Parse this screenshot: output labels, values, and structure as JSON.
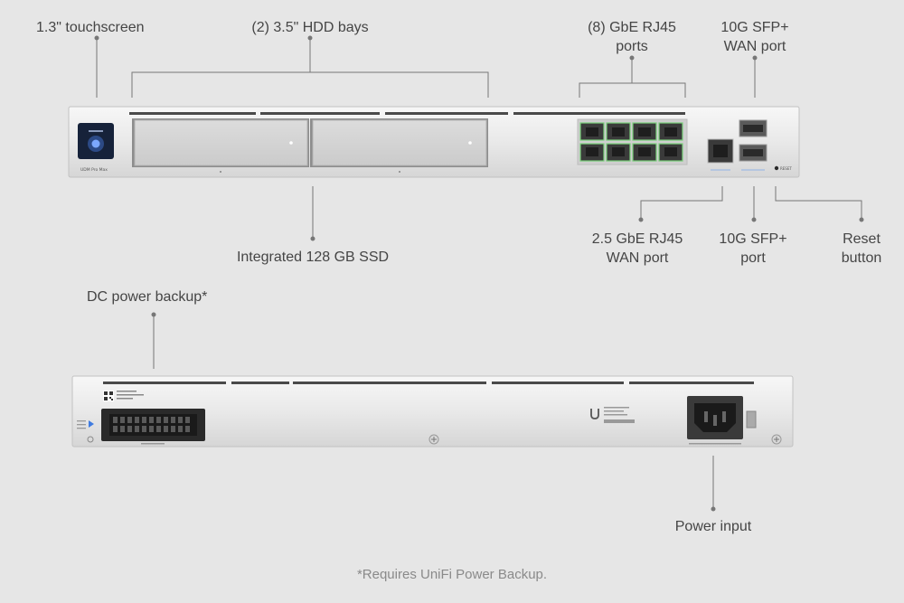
{
  "front": {
    "callouts": {
      "touchscreen": "1.3\" touchscreen",
      "hdd_bays": "(2) 3.5\" HDD bays",
      "gbe_ports_line1": "(8) GbE RJ45",
      "gbe_ports_line2": "ports",
      "sfp_wan_line1": "10G SFP+",
      "sfp_wan_line2": "WAN port",
      "ssd": "Integrated 128 GB SSD",
      "rj45_wan_line1": "2.5 GbE RJ45",
      "rj45_wan_line2": "WAN port",
      "sfp_port_line1": "10G SFP+",
      "sfp_port_line2": "port",
      "reset_line1": "Reset",
      "reset_line2": "button"
    },
    "device_label": "UDM Pro Max",
    "reset_label": "RESET"
  },
  "rear": {
    "callouts": {
      "dc_power": "DC power backup*",
      "power_input": "Power input"
    }
  },
  "footnote": "*Requires UniFi Power Backup."
}
